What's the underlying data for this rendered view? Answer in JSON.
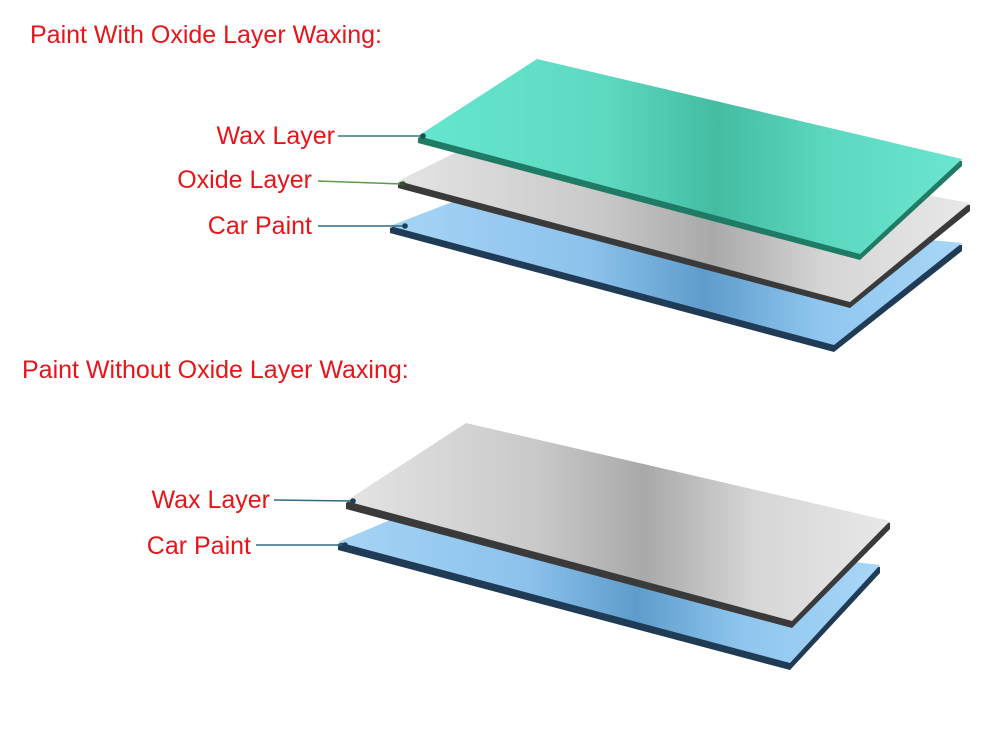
{
  "colors": {
    "label_text": "#e8141a",
    "wax_green": "#5fe0c8",
    "oxide_gray": "#d4d4d4",
    "paint_blue": "#8fc4ee",
    "leader_teal": "#2f7d86",
    "leader_green": "#5a9a4a"
  },
  "section_with_oxide": {
    "heading": "Paint  With Oxide Layer  Waxing:",
    "layers": [
      {
        "label": "Wax Layer",
        "material": "wax"
      },
      {
        "label": "Oxide Layer",
        "material": "oxide"
      },
      {
        "label": "Car Paint",
        "material": "paint"
      }
    ]
  },
  "section_without_oxide": {
    "heading": "Paint  Without Oxide Layer  Waxing:",
    "layers": [
      {
        "label": "Wax Layer",
        "material": "wax"
      },
      {
        "label": "Car Paint",
        "material": "paint"
      }
    ]
  }
}
